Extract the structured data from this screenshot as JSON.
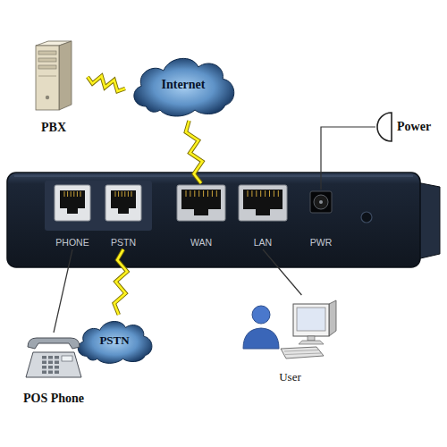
{
  "diagram": {
    "nodes": [
      {
        "text": [
          "PBX"
        ]
      },
      {
        "text": [
          "Internet"
        ]
      },
      {
        "text": [
          "Power"
        ]
      },
      {
        "text": [
          "PHONE"
        ]
      },
      {
        "text": [
          "PSTN"
        ]
      },
      {
        "text": [
          "WAN"
        ]
      },
      {
        "text": [
          "LAN"
        ]
      },
      {
        "text": [
          "PWR"
        ]
      },
      {
        "text": [
          "PSTN"
        ]
      },
      {
        "text": [
          "POS Phone"
        ]
      },
      {
        "text": [
          "User"
        ]
      }
    ],
    "edges": [
      {
        "from": 0,
        "to": 1,
        "arrow": "none"
      },
      {
        "from": 1,
        "to": 5,
        "arrow": "none"
      },
      {
        "from": 2,
        "to": 7,
        "arrow": "none"
      },
      {
        "from": 3,
        "to": 9,
        "arrow": "none"
      },
      {
        "from": 4,
        "to": 8,
        "arrow": "none"
      },
      {
        "from": 6,
        "to": 10,
        "arrow": "none"
      }
    ]
  }
}
